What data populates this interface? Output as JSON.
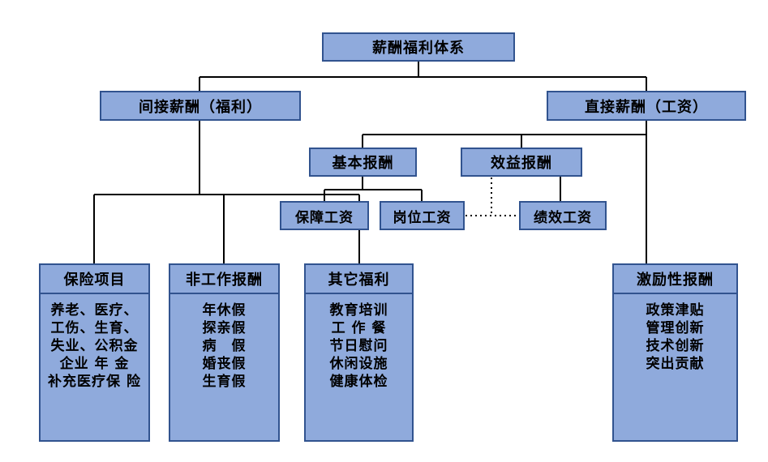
{
  "nodes": {
    "root": "薪酬福利体系",
    "indirect": "间接薪酬（福利）",
    "direct": "直接薪酬（工资）",
    "basic_pay": "基本报酬",
    "benefit_pay": "效益报酬",
    "guaranteed_wage": "保障工资",
    "position_wage": "岗位工资",
    "performance_wage": "绩效工资"
  },
  "groups": {
    "insurance": {
      "title": "保险项目",
      "lines": [
        "养老、医疗、",
        "工伤、生育、",
        "失业、公积金",
        "企业 年 金",
        "补充医疗保 险"
      ]
    },
    "non_work": {
      "title": "非工作报酬",
      "lines": [
        "年休假",
        "探亲假",
        "病　假",
        "婚丧假",
        "生育假"
      ]
    },
    "other_welfare": {
      "title": "其它福利",
      "lines": [
        "教育培训",
        "工 作 餐",
        "节日慰问",
        "休闲设施",
        "健康体检"
      ]
    },
    "incentive": {
      "title": "激励性报酬",
      "lines": [
        "政策津贴",
        "管理创新",
        "技术创新",
        "突出贡献"
      ]
    }
  },
  "colors": {
    "box_fill": "#8FAADC",
    "box_border": "#31538F",
    "connector": "#000000",
    "text": "#000000",
    "background": "#FFFFFF"
  }
}
